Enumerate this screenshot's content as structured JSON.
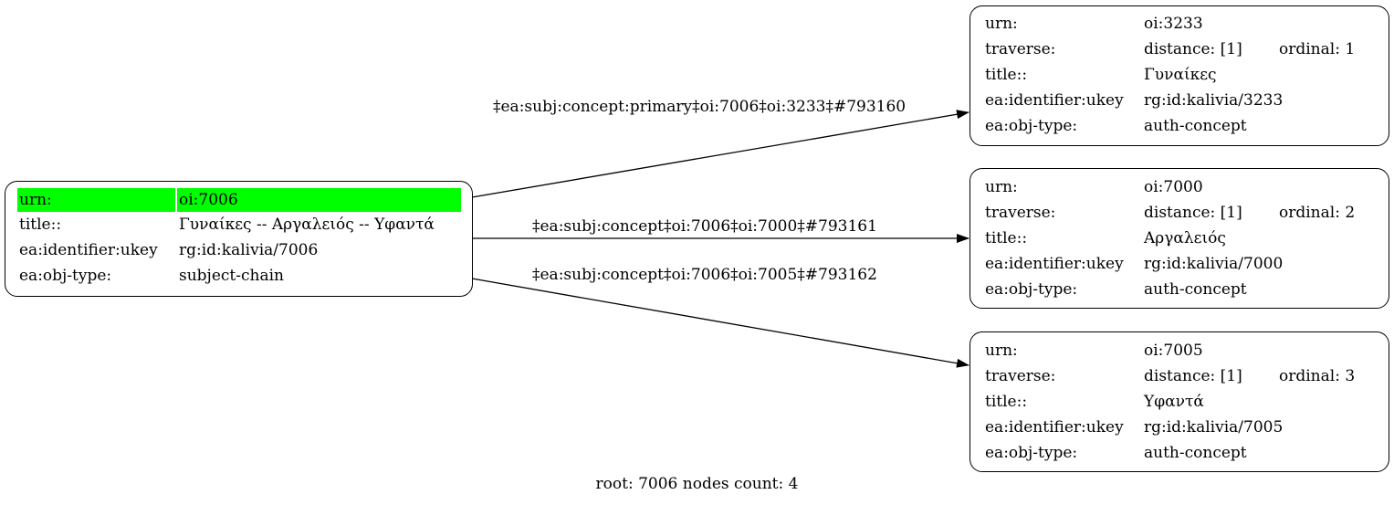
{
  "root_node": {
    "rows": [
      {
        "key": "urn:",
        "value": "oi:7006"
      },
      {
        "key": "title::",
        "value": "Γυναίκες -- Αργαλειός -- Υφαντά"
      },
      {
        "key": "ea:identifier:ukey",
        "value": "rg:id:kalivia/7006"
      },
      {
        "key": "ea:obj-type:",
        "value": "subject-chain"
      }
    ],
    "highlight_color": "#00ff00"
  },
  "target_nodes": [
    {
      "urn_key": "urn:",
      "urn": "oi:3233",
      "traverse_key": "traverse:",
      "distance": "distance: [1]",
      "ordinal": "ordinal: 1",
      "title_key": "title::",
      "title": "Γυναίκες",
      "ukey_key": "ea:identifier:ukey",
      "ukey": "rg:id:kalivia/3233",
      "type_key": "ea:obj-type:",
      "type": "auth-concept"
    },
    {
      "urn_key": "urn:",
      "urn": "oi:7000",
      "traverse_key": "traverse:",
      "distance": "distance: [1]",
      "ordinal": "ordinal: 2",
      "title_key": "title::",
      "title": "Αργαλειός",
      "ukey_key": "ea:identifier:ukey",
      "ukey": "rg:id:kalivia/7000",
      "type_key": "ea:obj-type:",
      "type": "auth-concept"
    },
    {
      "urn_key": "urn:",
      "urn": "oi:7005",
      "traverse_key": "traverse:",
      "distance": "distance: [1]",
      "ordinal": "ordinal: 3",
      "title_key": "title::",
      "title": "Υφαντά",
      "ukey_key": "ea:identifier:ukey",
      "ukey": "rg:id:kalivia/7005",
      "type_key": "ea:obj-type:",
      "type": "auth-concept"
    }
  ],
  "edges": [
    {
      "label": "‡ea:subj:concept:primary‡oi:7006‡oi:3233‡#793160"
    },
    {
      "label": "‡ea:subj:concept‡oi:7006‡oi:7000‡#793161"
    },
    {
      "label": "‡ea:subj:concept‡oi:7006‡oi:7005‡#793162"
    }
  ],
  "footer": "root: 7006 nodes count: 4"
}
